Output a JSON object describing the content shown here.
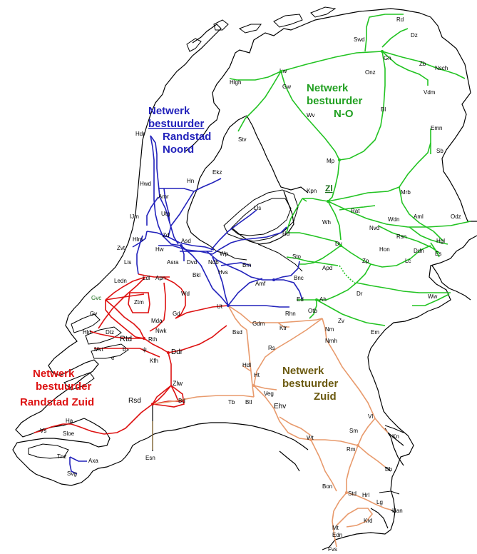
{
  "colors": {
    "netwerk_noord_oost": "#22c322",
    "netwerk_randstad_noord": "#2222bb",
    "netwerk_randstad_zuid": "#dd1111",
    "netwerk_zuid": "#e89a6c",
    "label_zuid": "#6b5a10",
    "coastline": "#000000"
  },
  "regions": {
    "no": [
      "Netwerk",
      "bestuurder",
      "N-O"
    ],
    "rn": [
      "Netwerk",
      "bestuurder",
      "Randstad",
      "Noord"
    ],
    "rz": [
      "Netwerk",
      "bestuurder",
      "Randstad Zuid"
    ],
    "z": [
      "Netwerk",
      "bestuurder",
      "Zuid"
    ]
  },
  "hub_label": "Zl",
  "stations": [
    "Rd",
    "Swd",
    "Dz",
    "Gn",
    "Nsch",
    "Onz",
    "Zb",
    "Vdm",
    "Lw",
    "Hlgh",
    "Gw",
    "Wv",
    "Bl",
    "Stv",
    "Emn",
    "Sb",
    "Mp",
    "Hdr",
    "Hwd",
    "Hn",
    "Ekz",
    "Amr",
    "Kpn",
    "Mrb",
    "Utg",
    "IJm",
    "Lls",
    "Rat",
    "Aml",
    "Odz",
    "Wdn",
    "Nvd",
    "Wh",
    "Hlm",
    "Zd",
    "Asd",
    "Hd",
    "Hgl",
    "Rsn",
    "Zvt",
    "Hw",
    "Asra",
    "Dvd",
    "Ndb",
    "Wp",
    "Dv",
    "Hon",
    "Ddn",
    "Es",
    "Lis",
    "Hvs",
    "Brn",
    "Sto",
    "Zp",
    "Lc",
    "Bkl",
    "Amf",
    "Apd",
    "Ledn",
    "Ldl",
    "Apn",
    "Bnc",
    "Gvc",
    "Ztm",
    "Wd",
    "Ed",
    "Ah",
    "Dr",
    "Ww",
    "Gv",
    "Mda",
    "Gd",
    "Ut",
    "Rhn",
    "Otb",
    "Zv",
    "Hld",
    "Dtz",
    "Nwk",
    "Rtd",
    "Rth",
    "Gdm",
    "Ktr",
    "Nm",
    "Em",
    "Mvt",
    "b",
    "ψ",
    "Bsd",
    "Nmh",
    "e",
    "Kfh",
    "Ddr",
    "Rs",
    "Hdl",
    "Ht",
    "Veg",
    "Zlw",
    "Rsd",
    "Bd",
    "Tb",
    "Btl",
    "Ehv",
    "Ha",
    "Vs",
    "Sloe",
    "Vl",
    "Kn",
    "Sm",
    "Wt",
    "Rm",
    "Esn",
    "Tnz",
    "Axa",
    "Svg",
    "Dh",
    "Bon",
    "Std",
    "Hrl",
    "Lg",
    "Han",
    "Krd",
    "Mt",
    "Edn",
    "Fvs"
  ]
}
